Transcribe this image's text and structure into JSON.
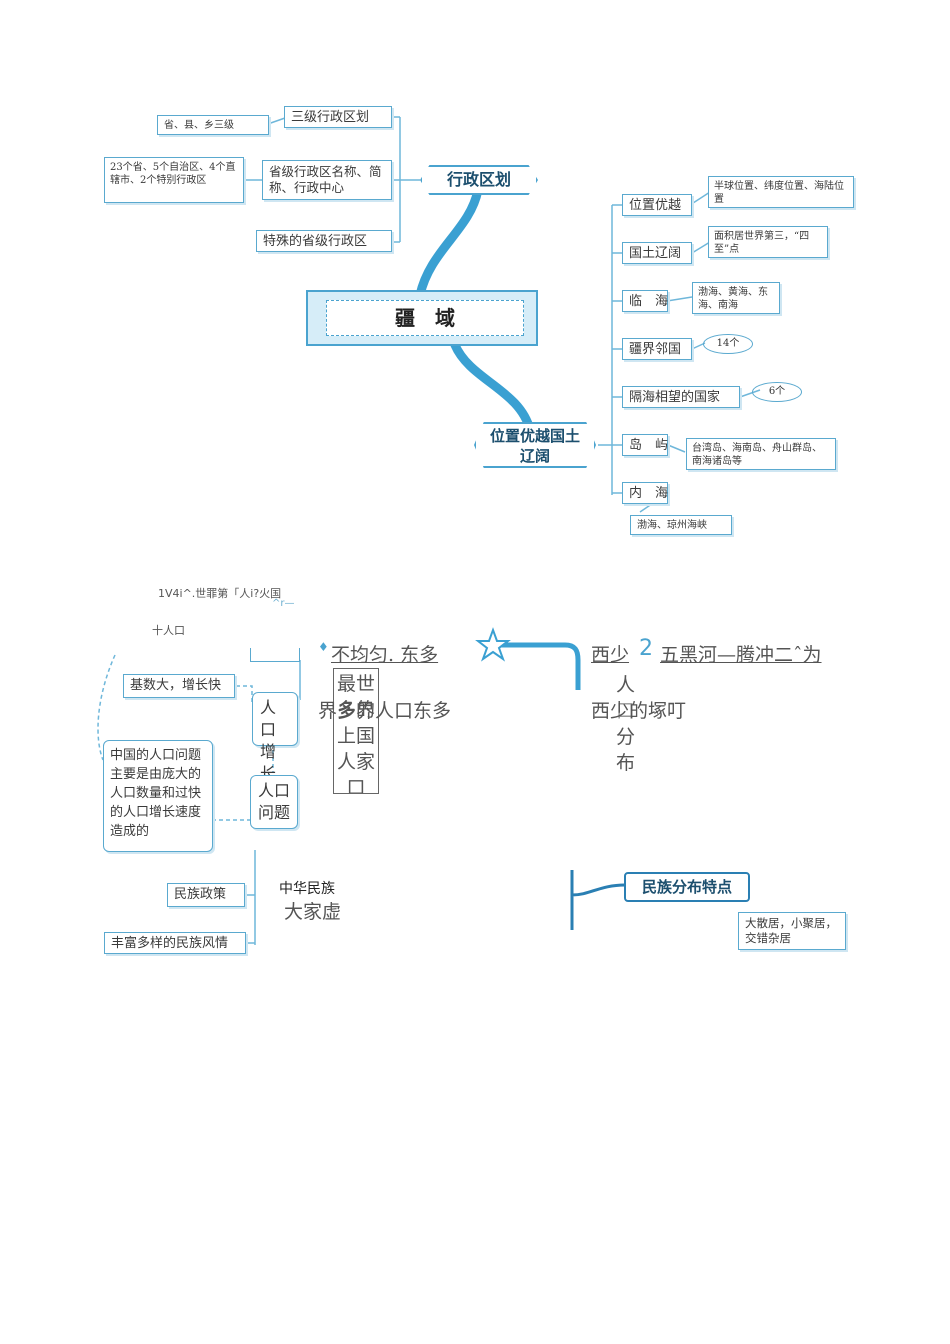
{
  "section1": {
    "center": "疆　域",
    "branch_admin": {
      "title": "行政区划",
      "items": [
        {
          "label": "三级行政区划",
          "detail": "省、县、乡三级"
        },
        {
          "label": "省级行政区名称、简称、行政中心",
          "detail": "23个省、5个自治区、4个直辖市、2个特别行政区"
        },
        {
          "label": "特殊的省级行政区",
          "detail": ""
        }
      ]
    },
    "branch_position": {
      "title": "位置优越国土辽阔",
      "items": [
        {
          "label": "位置优越",
          "detail": "半球位置、纬度位置、海陆位置"
        },
        {
          "label": "国土辽阔",
          "detail": "面积居世界第三，“四至”点"
        },
        {
          "label": "临　海",
          "detail": "渤海、黄海、东海、南海"
        },
        {
          "label": "疆界邻国",
          "detail": "14个"
        },
        {
          "label": "隔海相望的国家",
          "detail": "6个"
        },
        {
          "label": "岛　屿",
          "detail": "台湾岛、海南岛、舟山群岛、南海诸岛等"
        },
        {
          "label": "内　海",
          "detail": "渤海、琼州海峡"
        }
      ]
    }
  },
  "section2": {
    "scan_header_1": "1V4i^.世罪第「人i?火国",
    "scan_header_2": "^r—",
    "scan_header_3": "十人口",
    "left_items": {
      "base": "基数大，增长快",
      "growth": "人口增长",
      "problem": "人口问题",
      "problem_note": "中国的人口问题主要是由庞大的人口数量和过快的人口增长速度造成的",
      "policy": "民族政策",
      "customs": "丰富多样的民族风情"
    },
    "middle_texts": {
      "diamond": "♦",
      "uneven": "不均匀. 东多",
      "vertical_box": "最世多的上国人家口",
      "jie": "界多界人口东多",
      "west_less": "西少",
      "two": "2",
      "line": "五黑河—腾冲二ˆ为",
      "west_small": "西少的塚叮",
      "ren": "人",
      "kou": "口",
      "fen": "分",
      "bu": "布",
      "nation_small": "中华民族",
      "nation_big": "大家虚"
    },
    "nation_box": {
      "title": "民族分布特点",
      "detail": "大散居，小聚居，交错杂居"
    }
  }
}
